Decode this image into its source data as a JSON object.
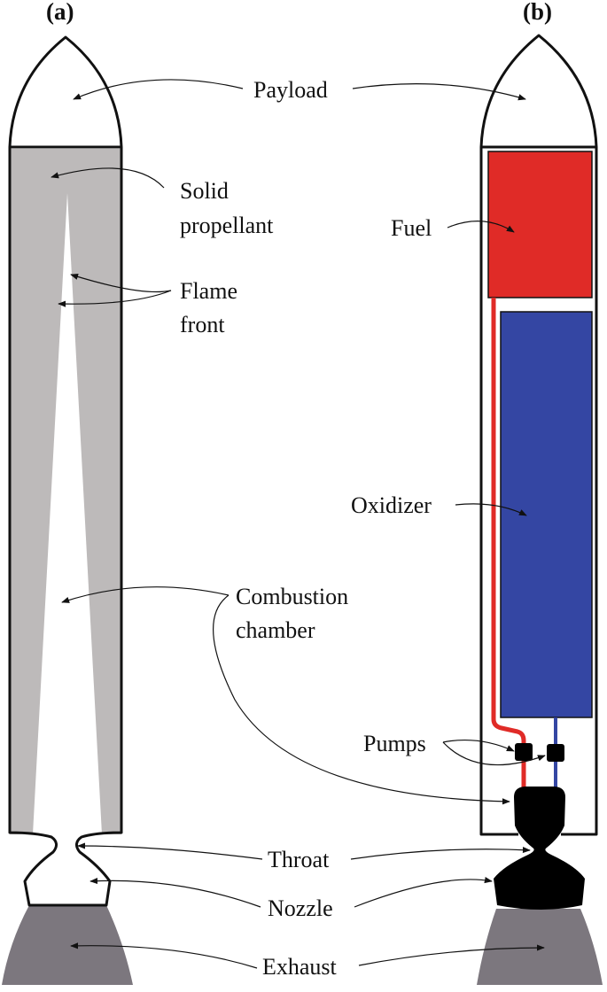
{
  "panels": {
    "a": "(a)",
    "b": "(b)"
  },
  "labels": {
    "payload": "Payload",
    "solid_line1": "Solid",
    "solid_line2": "propellant",
    "flame_line1": "Flame",
    "flame_line2": "front",
    "fuel": "Fuel",
    "oxidizer": "Oxidizer",
    "combustion_line1": "Combustion",
    "combustion_line2": "chamber",
    "pumps": "Pumps",
    "throat": "Throat",
    "nozzle": "Nozzle",
    "exhaust": "Exhaust"
  },
  "colors": {
    "solid_propellant": "#bdbaba",
    "fuel": "#e02b27",
    "oxidizer": "#3446a3",
    "exhaust": "#7c777e",
    "engine": "#000000",
    "outline": "#111111"
  }
}
